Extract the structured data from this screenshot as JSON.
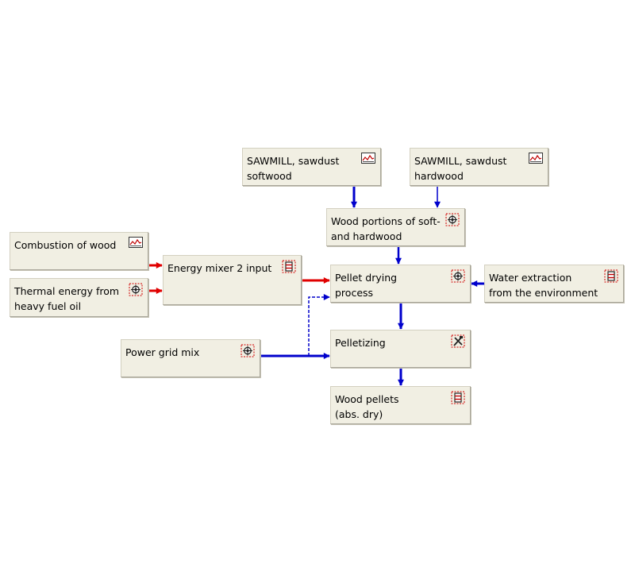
{
  "diagram": {
    "nodes": [
      {
        "id": "sawmill-softwood",
        "label": "SAWMILL, sawdust\nsoftwood",
        "icon": "chart-process-icon"
      },
      {
        "id": "sawmill-hardwood",
        "label": "SAWMILL, sawdust\nhardwood",
        "icon": "chart-process-icon"
      },
      {
        "id": "wood-portions",
        "label": "Wood portions of soft-\nand hardwood",
        "icon": "gear-process-icon"
      },
      {
        "id": "combustion-wood",
        "label": "Combustion of wood",
        "icon": "chart-process-icon"
      },
      {
        "id": "energy-mixer",
        "label": "Energy mixer 2 input",
        "icon": "mixer-process-icon"
      },
      {
        "id": "thermal-energy",
        "label": "Thermal energy  from\nheavy fuel oil",
        "icon": "gear-process-icon"
      },
      {
        "id": "pellet-drying",
        "label": "Pellet drying\nprocess",
        "icon": "gear-process-icon"
      },
      {
        "id": "water-extraction",
        "label": "Water extraction\nfrom the  environment",
        "icon": "mixer-process-icon"
      },
      {
        "id": "power-grid",
        "label": "Power grid mix",
        "icon": "gear-process-icon"
      },
      {
        "id": "pelletizing",
        "label": "Pelletizing",
        "icon": "tools-process-icon"
      },
      {
        "id": "wood-pellets",
        "label": "Wood pellets\n(abs. dry)",
        "icon": "mixer-process-icon"
      }
    ],
    "flows": [
      {
        "from": "sawmill-softwood",
        "to": "wood-portions",
        "kind": "material",
        "color": "#0000cc"
      },
      {
        "from": "sawmill-hardwood",
        "to": "wood-portions",
        "kind": "material",
        "color": "#0000cc"
      },
      {
        "from": "wood-portions",
        "to": "pellet-drying",
        "kind": "material",
        "color": "#0000cc"
      },
      {
        "from": "combustion-wood",
        "to": "energy-mixer",
        "kind": "energy",
        "color": "#e00000"
      },
      {
        "from": "thermal-energy",
        "to": "energy-mixer",
        "kind": "energy",
        "color": "#e00000"
      },
      {
        "from": "energy-mixer",
        "to": "pellet-drying",
        "kind": "energy",
        "color": "#e00000"
      },
      {
        "from": "water-extraction",
        "to": "pellet-drying",
        "kind": "material",
        "color": "#0000cc"
      },
      {
        "from": "power-grid",
        "to": "pellet-drying",
        "kind": "electricity",
        "color": "#0000cc"
      },
      {
        "from": "power-grid",
        "to": "pelletizing",
        "kind": "electricity",
        "color": "#0000cc"
      },
      {
        "from": "pellet-drying",
        "to": "pelletizing",
        "kind": "material",
        "color": "#0000cc"
      },
      {
        "from": "pelletizing",
        "to": "wood-pellets",
        "kind": "material",
        "color": "#0000cc"
      }
    ]
  }
}
